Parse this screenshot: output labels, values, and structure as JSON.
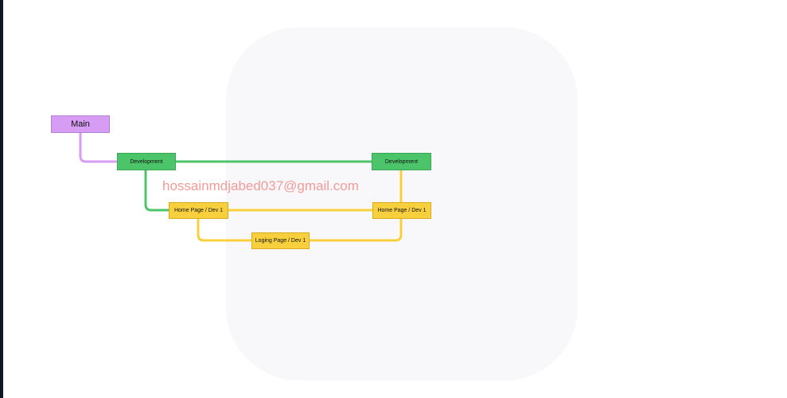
{
  "nodes": {
    "main": "Main",
    "development_left": "Development",
    "development_right": "Development",
    "home_page_left": "Home Page / Dev 1",
    "home_page_right": "Home Page / Dev 1",
    "loging_page": "Loging Page / Dev 1"
  },
  "watermark_email": "hossainmdjabed037@gmail.com",
  "colors": {
    "main_branch": "#d79cf3",
    "development_branch": "#4cc56a",
    "feature_branch": "#f8d03e",
    "watermark_text": "#f39a98"
  }
}
